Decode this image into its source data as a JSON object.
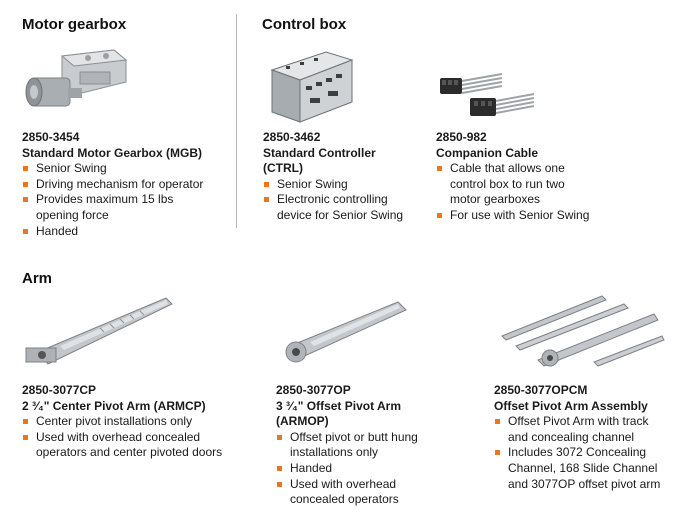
{
  "colors": {
    "bullet": "#e87722",
    "divider": "#b9b9b9",
    "text": "#1a1a1a"
  },
  "sections": {
    "motor_gearbox": "Motor gearbox",
    "control_box": "Control box",
    "arm": "Arm"
  },
  "products": [
    {
      "sku": "2850-3454",
      "name": [
        "Standard Motor Gearbox (MGB)"
      ],
      "bullets": [
        "Senior Swing",
        "Driving mechanism for operator",
        "Provides maximum 15 lbs\nopening force",
        "Handed"
      ],
      "image": "motor-gearbox-image"
    },
    {
      "sku": "2850-3462",
      "name": [
        "Standard Controller",
        "(CTRL)"
      ],
      "bullets": [
        "Senior Swing",
        "Electronic controlling\ndevice for Senior Swing"
      ],
      "image": "controller-image"
    },
    {
      "sku": "2850-982",
      "name": [
        "Companion Cable"
      ],
      "bullets": [
        "Cable that allows one\ncontrol box to run two\nmotor gearboxes",
        "For use with Senior Swing"
      ],
      "image": "companion-cable-image"
    },
    {
      "sku": "2850-3077CP",
      "name": [
        "2 ³⁄₄\" Center Pivot Arm (ARMCP)"
      ],
      "bullets": [
        "Center pivot installations only",
        "Used with overhead concealed\noperators and center pivoted doors"
      ],
      "image": "center-pivot-arm-image"
    },
    {
      "sku": "2850-3077OP",
      "name": [
        "3 ³⁄₄\" Offset Pivot Arm",
        "(ARMOP)"
      ],
      "bullets": [
        "Offset pivot or butt hung\ninstallations only",
        "Handed",
        "Used with overhead\nconcealed operators"
      ],
      "image": "offset-pivot-arm-image"
    },
    {
      "sku": "2850-3077OPCM",
      "name": [
        "Offset Pivot Arm Assembly"
      ],
      "bullets": [
        "Offset Pivot Arm with track\nand concealing channel",
        "Includes 3072 Concealing\nChannel, 168 Slide Channel\nand 3077OP offset pivot arm"
      ],
      "image": "offset-pivot-arm-assembly-image"
    }
  ]
}
